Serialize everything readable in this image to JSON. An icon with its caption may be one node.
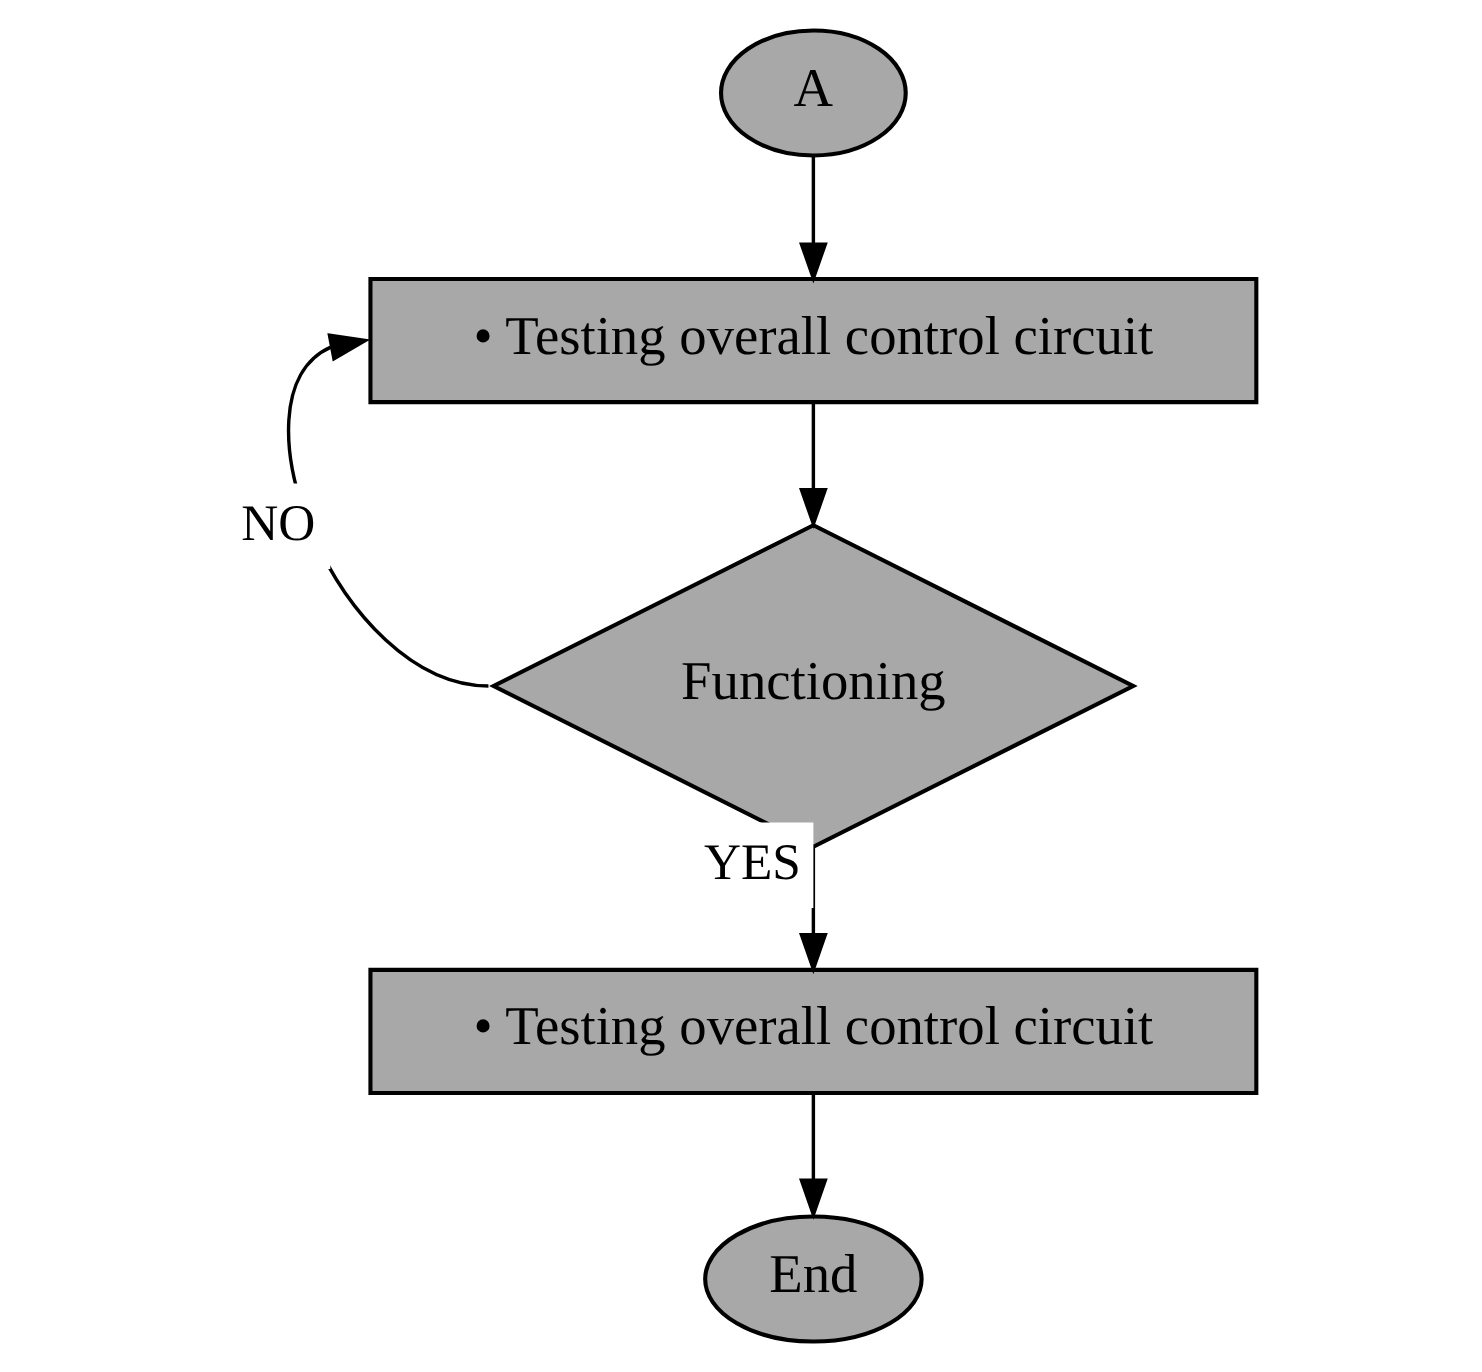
{
  "diagram": {
    "nodes": [
      {
        "text": [
          "A"
        ]
      },
      {
        "text": [
          "• Testing overall control circuit"
        ]
      },
      {
        "text": [
          "Functioning"
        ]
      },
      {
        "text": [
          "• Testing overall control circuit"
        ]
      },
      {
        "text": [
          "End"
        ]
      }
    ],
    "edges": [
      {
        "from": 0,
        "to": 1,
        "arrow": "to"
      },
      {
        "from": 1,
        "to": 2,
        "arrow": "to"
      },
      {
        "from": 2,
        "to": 1,
        "arrow": "to",
        "label": "NO"
      },
      {
        "from": 2,
        "to": 3,
        "arrow": "to",
        "label": "YES"
      },
      {
        "from": 3,
        "to": 4,
        "arrow": "to"
      }
    ]
  }
}
